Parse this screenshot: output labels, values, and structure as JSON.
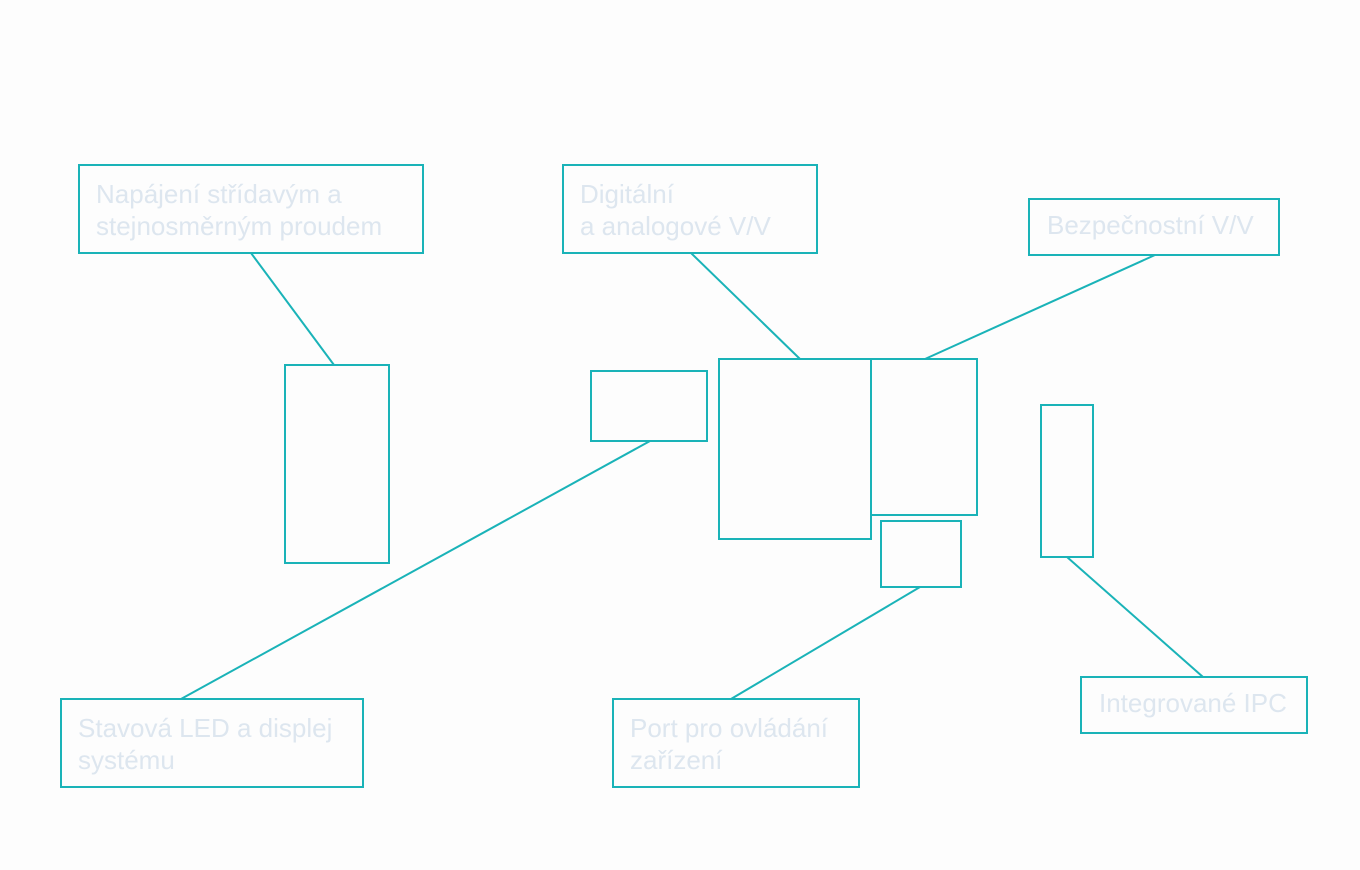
{
  "callouts": {
    "power": "Napájení střídavým a\nstejnosměrným proudem",
    "io": "Digitální\na analogové V/V",
    "safety_io": "Bezpečnostní V/V",
    "status": "Stavová LED a displej\nsystému",
    "port": "Port pro ovládání\nzařízení",
    "ipc": "Integrované IPC"
  },
  "colors": {
    "line": "#1ab3b8",
    "text": "#dde6ef",
    "background": "#fdfdfd"
  }
}
